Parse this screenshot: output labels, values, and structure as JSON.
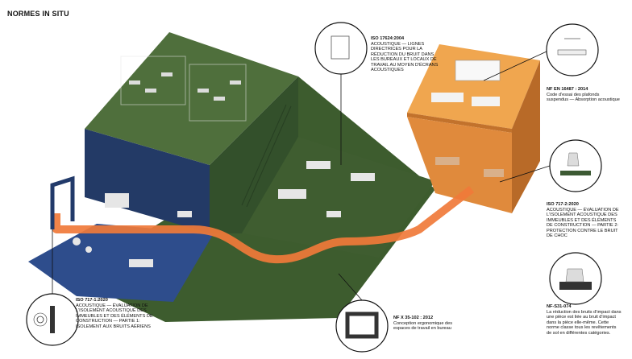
{
  "page_title": "NORMES IN SITU",
  "annotations": {
    "iso_17624": {
      "code": "ISO 17624:2004",
      "text": "ACOUSTIQUE — LIGNES DIRECTRICES POUR LA RÉDUCTION DU BRUIT DANS LES BUREAUX ET LOCAUX DE TRAVAIL AU MOYEN D'ÉCRANS ACOUSTIQUES"
    },
    "nf_en_16487": {
      "code": "NF EN 16487 : 2014",
      "text": "Code d'essai des plafonds suspendus — Absorption acoustique"
    },
    "iso_717_2": {
      "code": "ISO 717-2:2020",
      "text": "ACOUSTIQUE — ÉVALUATION DE L'ISOLEMENT ACOUSTIQUE DES IMMEUBLES ET DES ÉLÉMENTS DE CONSTRUCTION — PARTIE 2: PROTECTION CONTRE LE BRUIT DE CHOC"
    },
    "nf_s31_074": {
      "code": "NF-S31-074",
      "text": "La réduction des bruits d'impact dans une pièce est liée au bruit d'impact dans la pièce elle-même. Cette norme classe tous les revêtements de sol en différentes catégories."
    },
    "nf_x35_102": {
      "code": "NF X 35-102 : 2012",
      "text": "Conception ergonomique des espaces de travail en bureau"
    },
    "iso_717_1": {
      "code": "ISO 717-1:2020",
      "text": "ACOUSTIQUE — ÉVALUATION DE L'ISOLEMENT ACOUSTIQUE DES IMMEUBLES ET DES ÉLÉMENTS DE CONSTRUCTION — PARTIE 1: ISOLEMENT AUX BRUITS AÉRIENS"
    }
  },
  "colors": {
    "green_roof": "#4e6e3c",
    "green_dark": "#2f4a2a",
    "green_floor": "#3f5e30",
    "navy": "#253a63",
    "navy_floor": "#2d4a86",
    "orange": "#e08a3c",
    "orange_light": "#f0a050",
    "path": "#f07a3a",
    "line": "#111111"
  }
}
